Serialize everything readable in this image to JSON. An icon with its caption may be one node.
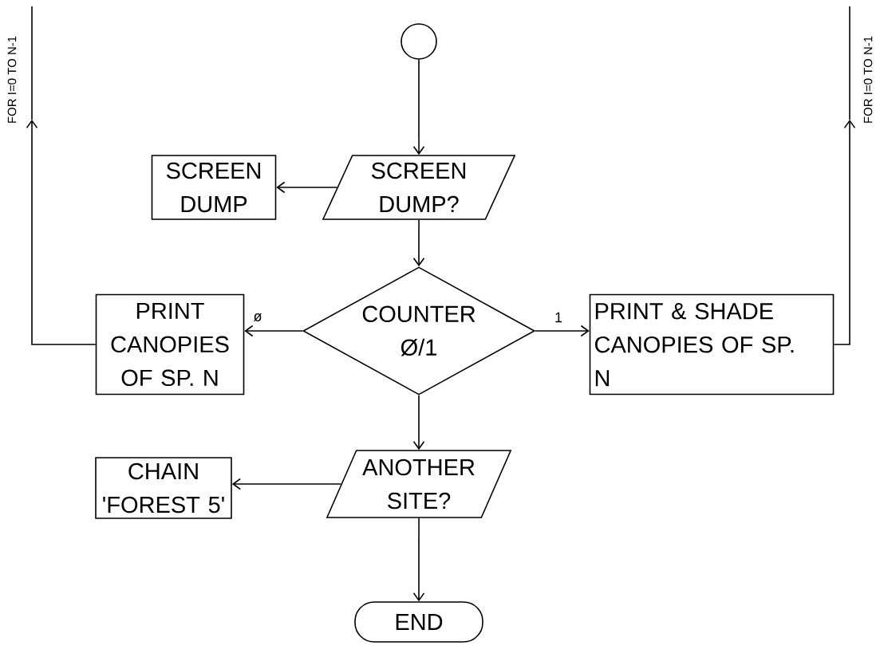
{
  "diagram": {
    "nodes": [
      {
        "text": [],
        "shape": "circle"
      },
      {
        "text": [
          "SCREEN DUMP?"
        ]
      },
      {
        "text": [
          "SCREEN DUMP"
        ]
      },
      {
        "text": [
          "COUNTER Ø/1"
        ]
      },
      {
        "text": [
          "PRINT CANOPIES OF SP. N"
        ]
      },
      {
        "text": [
          "PRINT & SHADE CANOPIES OF SP. N"
        ]
      },
      {
        "text": [
          "ANOTHER SITE?"
        ]
      },
      {
        "text": [
          "CHAIN 'FOREST 5'"
        ]
      },
      {
        "text": [
          "END"
        ]
      }
    ],
    "edges": [
      {
        "from": 0,
        "to": 1,
        "arrow": "to"
      },
      {
        "from": 1,
        "to": 2,
        "arrow": "to"
      },
      {
        "from": 1,
        "to": 3,
        "arrow": "to"
      },
      {
        "from": 3,
        "to": 4,
        "arrow": "to",
        "label": "ø"
      },
      {
        "from": 3,
        "to": 5,
        "arrow": "to",
        "label": "1"
      },
      {
        "from": 3,
        "to": 6,
        "arrow": "to"
      },
      {
        "from": 6,
        "to": 7,
        "arrow": "to"
      },
      {
        "from": 6,
        "to": 8,
        "arrow": "to"
      },
      {
        "from": 4,
        "to": null,
        "arrow": "to",
        "label": "FOR I=0 TO N-1"
      },
      {
        "from": 5,
        "to": null,
        "arrow": "to",
        "label": "FOR I=0 TO N-1"
      }
    ]
  }
}
